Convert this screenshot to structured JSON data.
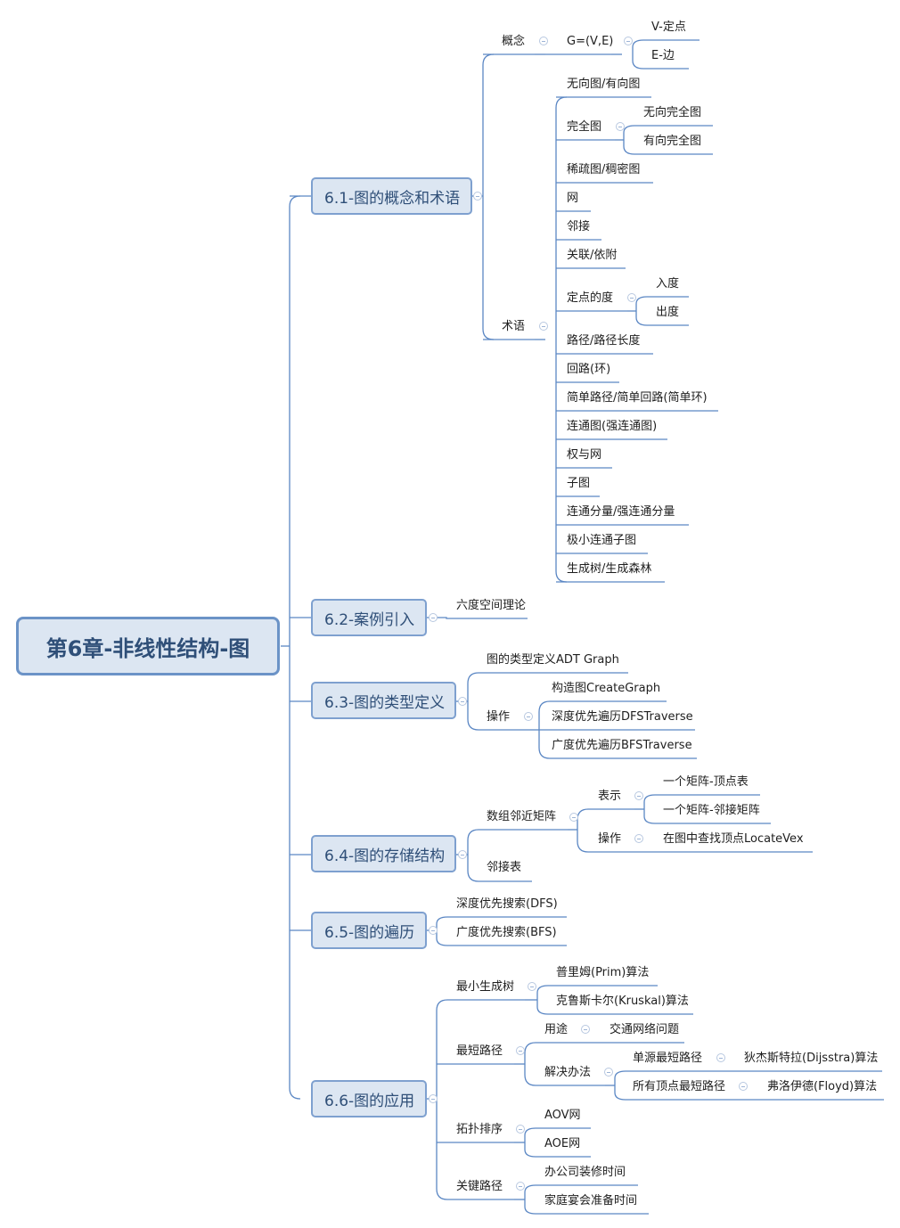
{
  "root": "第6章-非线性结构-图",
  "sections": {
    "s61": {
      "label": "6.1-图的概念和术语",
      "concept": {
        "label": "概念",
        "g": "G=(V,E)",
        "v": "V-定点",
        "e": "E-边"
      },
      "terms": {
        "label": "术语",
        "items": {
          "directed": "无向图/有向图",
          "complete": "完全图",
          "complete_undirected": "无向完全图",
          "complete_directed": "有向完全图",
          "sparse": "稀疏图/稠密图",
          "net": "网",
          "adjacent": "邻接",
          "incident": "关联/依附",
          "degree": "定点的度",
          "in_degree": "入度",
          "out_degree": "出度",
          "path": "路径/路径长度",
          "cycle": "回路(环)",
          "simple": "简单路径/简单回路(简单环)",
          "connected": "连通图(强连通图)",
          "weight": "权与网",
          "subgraph": "子图",
          "components": "连通分量/强连通分量",
          "minimal": "极小连通子图",
          "spanning": "生成树/生成森林"
        }
      }
    },
    "s62": {
      "label": "6.2-案例引入",
      "child": "六度空间理论"
    },
    "s63": {
      "label": "6.3-图的类型定义",
      "adt": "图的类型定义ADT Graph",
      "ops": {
        "label": "操作",
        "create": "构造图CreateGraph",
        "dfs": "深度优先遍历DFSTraverse",
        "bfs": "广度优先遍历BFSTraverse"
      }
    },
    "s64": {
      "label": "6.4-图的存储结构",
      "matrix": {
        "label": "数组邻近矩阵",
        "repr": {
          "label": "表示",
          "vertex": "一个矩阵-顶点表",
          "adj": "一个矩阵-邻接矩阵"
        },
        "ops": {
          "label": "操作",
          "locate": "在图中查找顶点LocateVex"
        }
      },
      "list": "邻接表"
    },
    "s65": {
      "label": "6.5-图的遍历",
      "dfs": "深度优先搜索(DFS)",
      "bfs": "广度优先搜索(BFS)"
    },
    "s66": {
      "label": "6.6-图的应用",
      "mst": {
        "label": "最小生成树",
        "prim": "普里姆(Prim)算法",
        "kruskal": "克鲁斯卡尔(Kruskal)算法"
      },
      "shortest": {
        "label": "最短路径",
        "use": {
          "label": "用途",
          "traffic": "交通网络问题"
        },
        "solve": {
          "label": "解决办法",
          "single": {
            "label": "单源最短路径",
            "algo": "狄杰斯特拉(Dijsstra)算法"
          },
          "all": {
            "label": "所有顶点最短路径",
            "algo": "弗洛伊德(Floyd)算法"
          }
        }
      },
      "topo": {
        "label": "拓扑排序",
        "aov": "AOV网",
        "aoe": "AOE网"
      },
      "critical": {
        "label": "关键路径",
        "office": "办公司装修时间",
        "banquet": "家庭宴会准备时间"
      }
    }
  }
}
